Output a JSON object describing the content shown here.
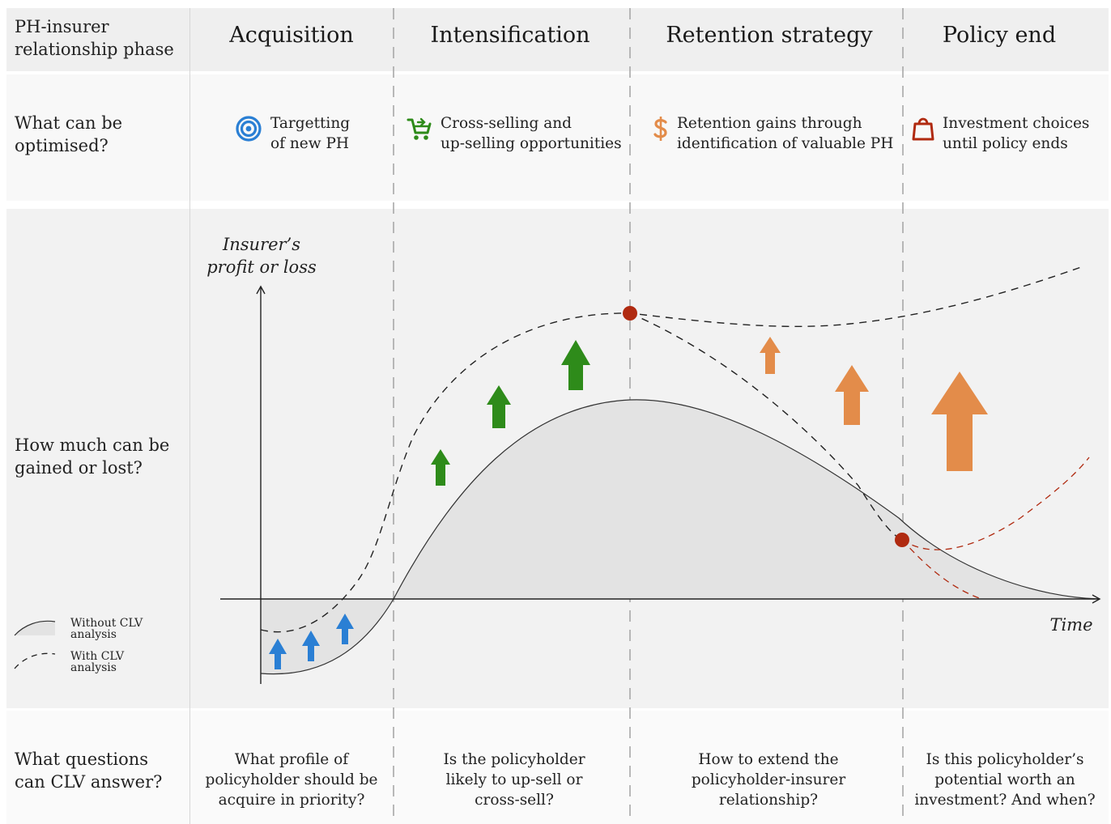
{
  "rows": {
    "phase": "PH-insurer relationship phase",
    "optimise": "What can be optimised?",
    "gain": "How much can be gained or lost?",
    "questions": "What questions can CLV answer?"
  },
  "phases": [
    "Acquisition",
    "Intensification",
    "Retention strategy",
    "Policy end"
  ],
  "optimise": [
    {
      "icon": "target-icon",
      "line1": "Targetting",
      "line2": "of new PH",
      "color": "#2a7fd4"
    },
    {
      "icon": "shopping-cart-icon",
      "line1": "Cross-selling and",
      "line2": "up-selling opportunities",
      "color": "#2e8b1a"
    },
    {
      "icon": "dollar-icon",
      "line1": "Retention gains through",
      "line2": "identification of valuable PH",
      "color": "#e38c4a"
    },
    {
      "icon": "shopping-bag-icon",
      "line1": "Investment choices",
      "line2": "until policy ends",
      "color": "#b02a10"
    }
  ],
  "questions": [
    {
      "line1": "What profile of",
      "line2": "policyholder should be",
      "line3": "acquire in priority?"
    },
    {
      "line1": "Is the policyholder",
      "line2": "likely to up-sell or",
      "line3": "cross-sell?"
    },
    {
      "line1": "How to extend the",
      "line2": "policyholder-insurer",
      "line3": "relationship?"
    },
    {
      "line1": "Is this policyholder’s",
      "line2": "potential worth an",
      "line3": "investment? And when?"
    }
  ],
  "axes": {
    "y_line1": "Insurer’s",
    "y_line2": "profit or loss",
    "x": "Time"
  },
  "legend": {
    "without_line1": "Without CLV",
    "without_line2": "analysis",
    "with_line1": "With CLV",
    "with_line2": "analysis"
  },
  "colors": {
    "blue": "#2a7fd4",
    "green": "#2e8b1a",
    "orange": "#e38c4a",
    "red": "#b02a10",
    "fill": "#e3e3e3"
  }
}
